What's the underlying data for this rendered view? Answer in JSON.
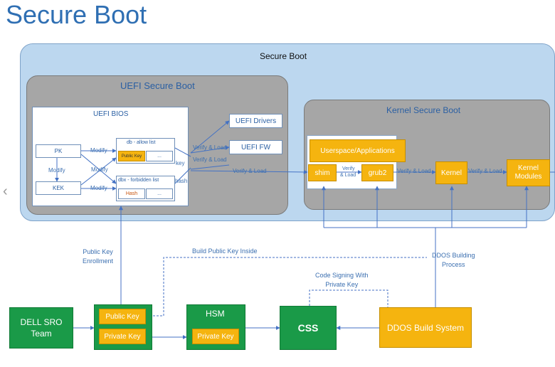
{
  "slide": {
    "title": "Secure Boot"
  },
  "containers": {
    "outer": "Secure Boot",
    "uefi": "UEFI Secure Boot",
    "bios": "UEFI BIOS",
    "kernel": "Kernel Secure Boot"
  },
  "uefi_bios": {
    "pk": "PK",
    "kek": "KEK",
    "db": "db - allow list",
    "db_key": "Public Key",
    "db_more": "...",
    "dbx": "dbx - forbidden list",
    "dbx_hash": "Hash",
    "dbx_more": "..."
  },
  "uefi_side": {
    "drivers": "UEFI Drivers",
    "fw": "UEFI FW"
  },
  "kernel_boot": {
    "userspace": "Userspace/Applications",
    "shim": "shim",
    "grub2": "grub2",
    "kernel": "Kernel",
    "modules_line1": "Kernel",
    "modules_line2": "Modules"
  },
  "edges": {
    "modify": "Modify",
    "verify_load": "Verify & Load",
    "verify": "Verify",
    "and_load": "& Load",
    "key": "key",
    "hash": "hash",
    "public_key_enrollment_1": "Public Key",
    "public_key_enrollment_2": "Enrollment",
    "build_public_key_inside": "Build Public Key Inside",
    "code_signing_1": "Code Signing With",
    "code_signing_2": "Private Key",
    "ddos_building_1": "DDOS Building",
    "ddos_building_2": "Process"
  },
  "bottom": {
    "dell_1": "DELL SRO",
    "dell_2": "Team",
    "public_key": "Public Key",
    "private_key": "Private Key",
    "hsm": "HSM",
    "hsm_private_key": "Private Key",
    "css": "CSS",
    "ddos_build_system": "DDOS Build System"
  },
  "colors": {
    "title": "#2f6fb3",
    "outer_bg": "#bcd7ef",
    "gray_container": "#a6a6a6",
    "orange": "#f5b40f",
    "green": "#1a9a48",
    "connector": "#4472c4"
  },
  "icons": {
    "nav_prev": "chevron-left-icon"
  }
}
